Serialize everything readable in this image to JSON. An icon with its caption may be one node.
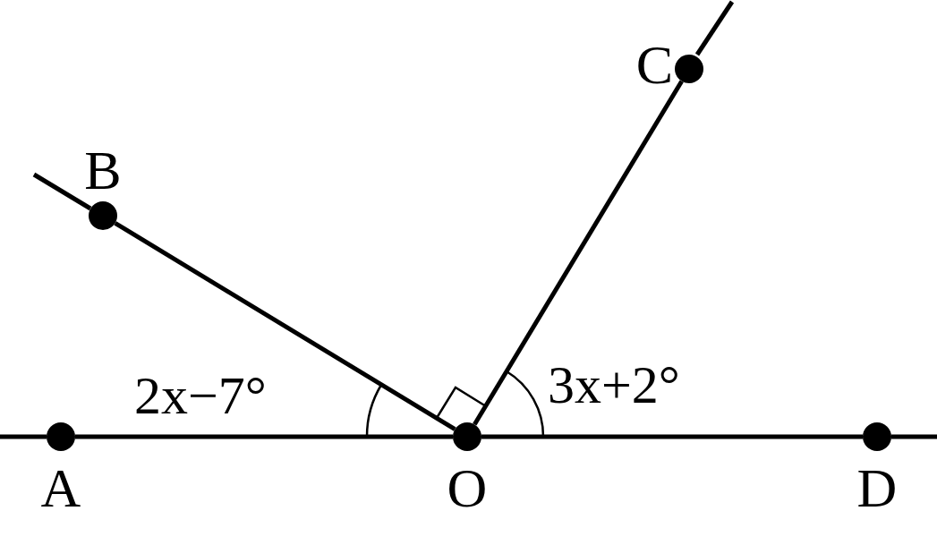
{
  "diagram": {
    "nodes": [
      {
        "text": [
          "A"
        ]
      },
      {
        "text": [
          "B"
        ]
      },
      {
        "text": [
          "C"
        ]
      },
      {
        "text": [
          "O"
        ]
      },
      {
        "text": [
          "D"
        ]
      }
    ],
    "edges": [
      {
        "from": 0,
        "to": 3,
        "arrow": "none"
      },
      {
        "from": 3,
        "to": 4,
        "arrow": "none"
      },
      {
        "from": 3,
        "to": 1,
        "arrow": "none"
      },
      {
        "from": 3,
        "to": 2,
        "arrow": "none"
      }
    ],
    "labels": [
      "2x−7°",
      "3x+2°"
    ]
  }
}
